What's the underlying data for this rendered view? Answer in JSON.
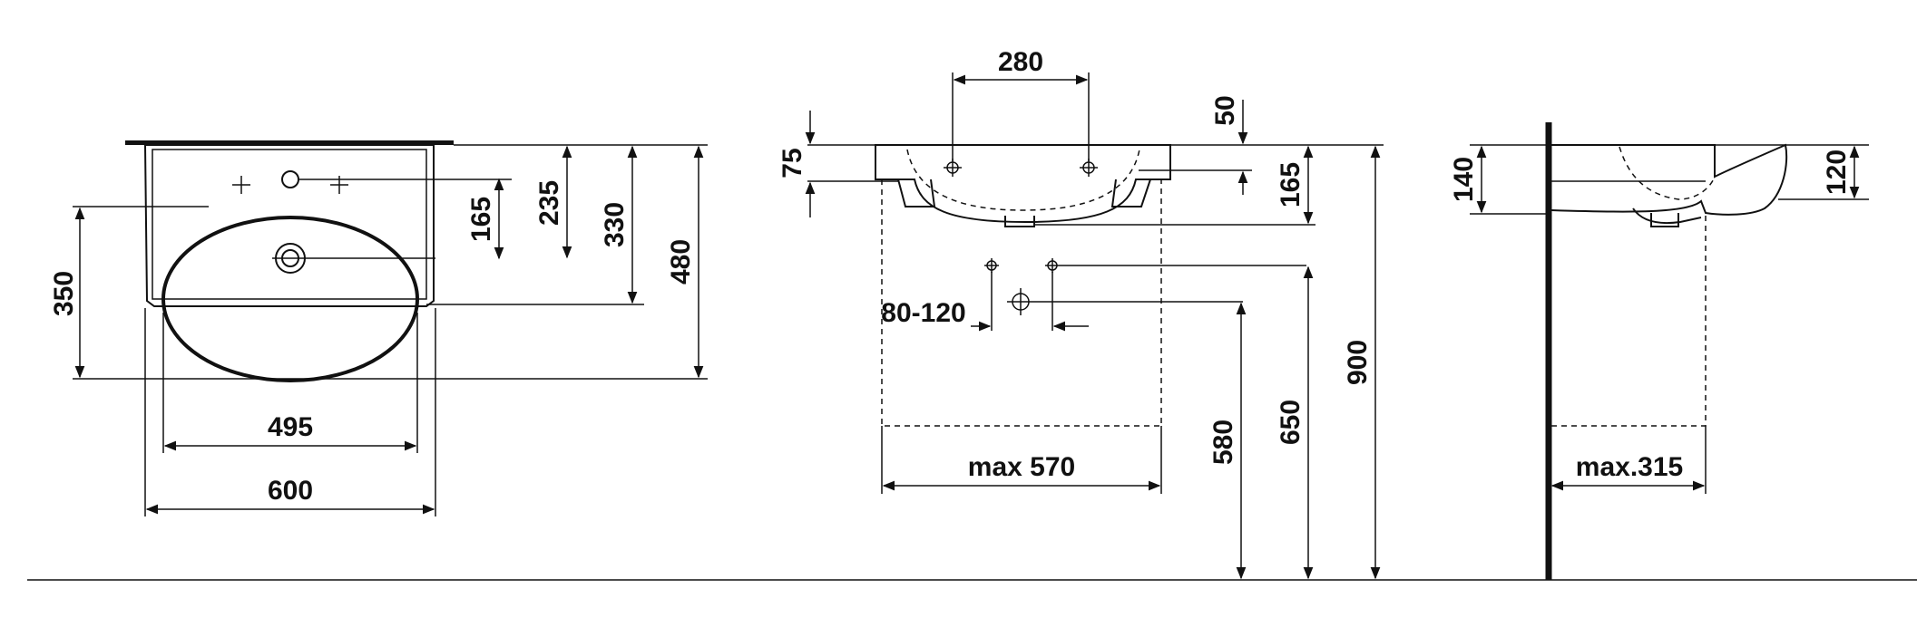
{
  "colors": {
    "line": "#111111",
    "background": "#ffffff"
  },
  "top_view": {
    "dims": {
      "w_bowl": "495",
      "w_total": "600",
      "h_bowl": "350",
      "h_165": "165",
      "h_235": "235",
      "h_330": "330",
      "h_480": "480"
    }
  },
  "front_view": {
    "dims": {
      "tap_spacing": "280",
      "top_thick": "75",
      "top_50": "50",
      "bowl_depth": "165",
      "waste_range": "80-120",
      "max_width": "max 570",
      "h_580": "580",
      "h_650": "650",
      "h_900": "900"
    }
  },
  "side_view": {
    "dims": {
      "depth_140": "140",
      "depth_120": "120",
      "max_depth": "max.315"
    }
  }
}
